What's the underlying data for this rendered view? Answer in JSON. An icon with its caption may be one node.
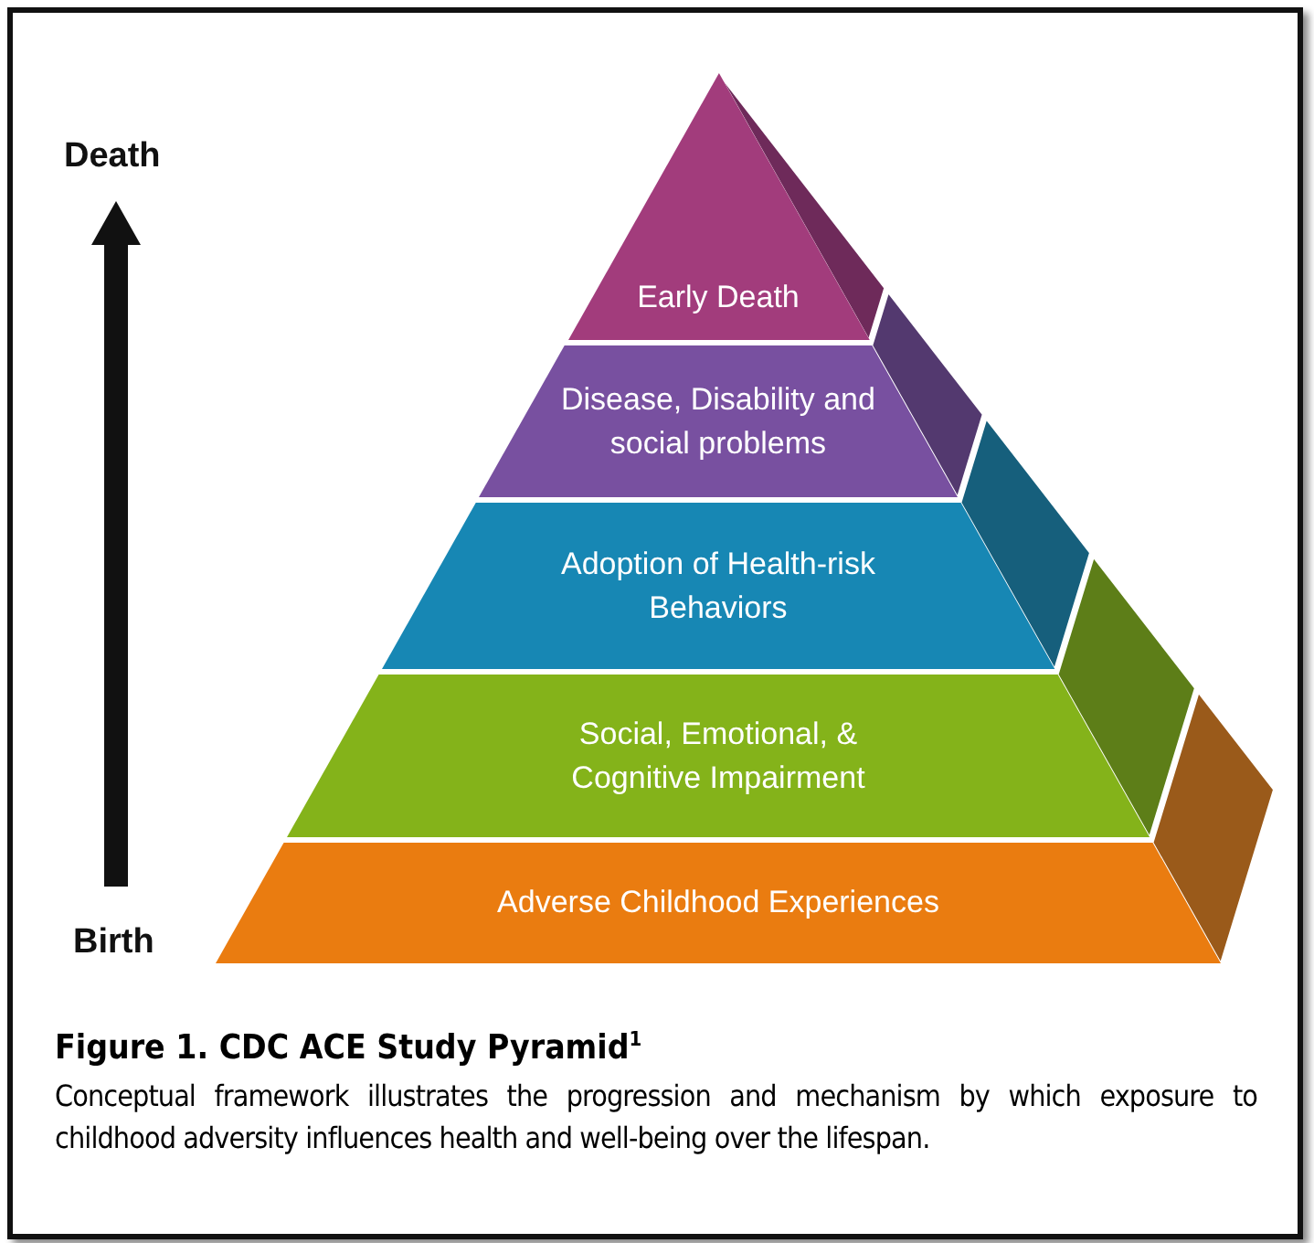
{
  "diagram": {
    "title": "Figure 1. CDC ACE Study Pyramid$^{1}$",
    "caption": "Conceptual framework illustrates the progression and mechanism by which exposure to childhood adversity influences health and well-being over the lifespan.",
    "nodes": [
      {
        "text": [
          "Early Death"
        ]
      },
      {
        "text": [
          "Disease, Disability and social problems"
        ]
      },
      {
        "text": [
          "Adoption of Health-risk Behaviors"
        ]
      },
      {
        "text": [
          "Social, Emotional, & Cognitive Impairment"
        ]
      },
      {
        "text": [
          "Adverse Childhood Experiences"
        ]
      }
    ],
    "edges": [],
    "labels": [
      "Death",
      "Birth"
    ]
  }
}
